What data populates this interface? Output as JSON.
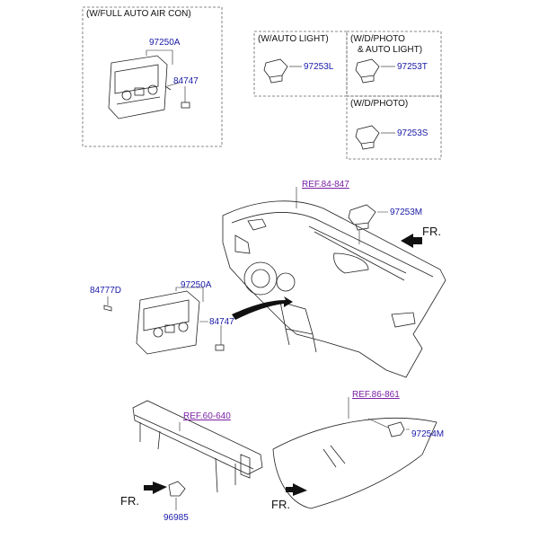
{
  "boxes": {
    "full_auto": "(W/FULL AUTO AIR CON)",
    "auto_light": "(W/AUTO LIGHT)",
    "photo_auto_light_line1": "(W/D/PHOTO",
    "photo_auto_light_line2": "& AUTO LIGHT)",
    "photo": "(W/D/PHOTO)"
  },
  "parts": {
    "p97250A_top": "97250A",
    "p84747_top": "84747",
    "p97253L": "97253L",
    "p97253T": "97253T",
    "p97253S": "97253S",
    "p97253M": "97253M",
    "p84777D": "84777D",
    "p97250A_mid": "97250A",
    "p84747_mid": "84747",
    "p97254M": "97254M",
    "p96985": "96985"
  },
  "refs": {
    "ref_84_847": "REF.84-847",
    "ref_86_861": "REF.86-861",
    "ref_60_640": "REF.60-640"
  },
  "fr": {
    "fr_dash": "FR.",
    "fr_beam": "FR.",
    "fr_glass": "FR."
  }
}
